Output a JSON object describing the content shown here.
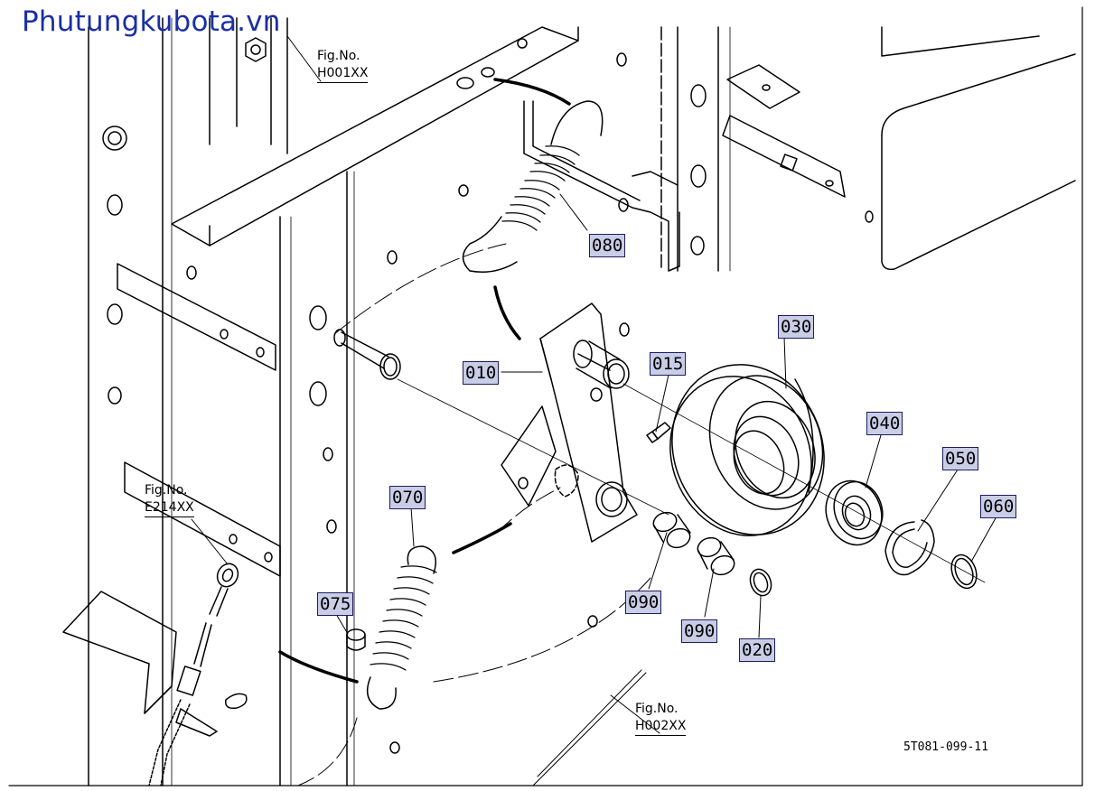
{
  "watermark": "Phutungkubota.vn",
  "drawing_number": "5T081-099-11",
  "figure_refs": [
    {
      "label": "Fig.No.",
      "code": "H001XX"
    },
    {
      "label": "Fig.No.",
      "code": "E214XX"
    },
    {
      "label": "Fig.No.",
      "code": "H002XX"
    }
  ],
  "callouts": {
    "p010": "010",
    "p015": "015",
    "p020": "020",
    "p030": "030",
    "p040": "040",
    "p050": "050",
    "p060": "060",
    "p070": "070",
    "p075": "075",
    "p080": "080",
    "p090a": "090",
    "p090b": "090"
  },
  "colors": {
    "watermark": "#1a2fa6",
    "callout_fill": "#c9cde6",
    "callout_border": "#1c1c60",
    "line": "#000000"
  }
}
